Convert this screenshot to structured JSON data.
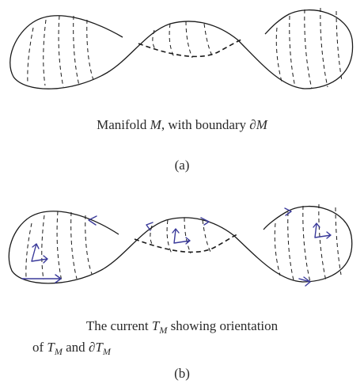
{
  "panel_a": {
    "caption_text": "Manifold ",
    "caption_symbol": "M",
    "caption_mid": ", with boundary ",
    "caption_boundary_d": "∂",
    "caption_boundary_M": "M",
    "label": "(a)"
  },
  "panel_b": {
    "caption_line1_text": "The current ",
    "caption_line1_T": "T",
    "caption_line1_sub": "M",
    "caption_line1_rest": " showing orientation",
    "caption_line2_text": "of ",
    "caption_line2_T": "T",
    "caption_line2_sub": "M",
    "caption_line2_and": " and ",
    "caption_line2_d": "∂",
    "caption_line2_T2": "T",
    "caption_line2_sub2": "M",
    "label": "(b)"
  },
  "colors": {
    "curve": "#1a1a1a",
    "orientation": "#3a3a9a"
  }
}
